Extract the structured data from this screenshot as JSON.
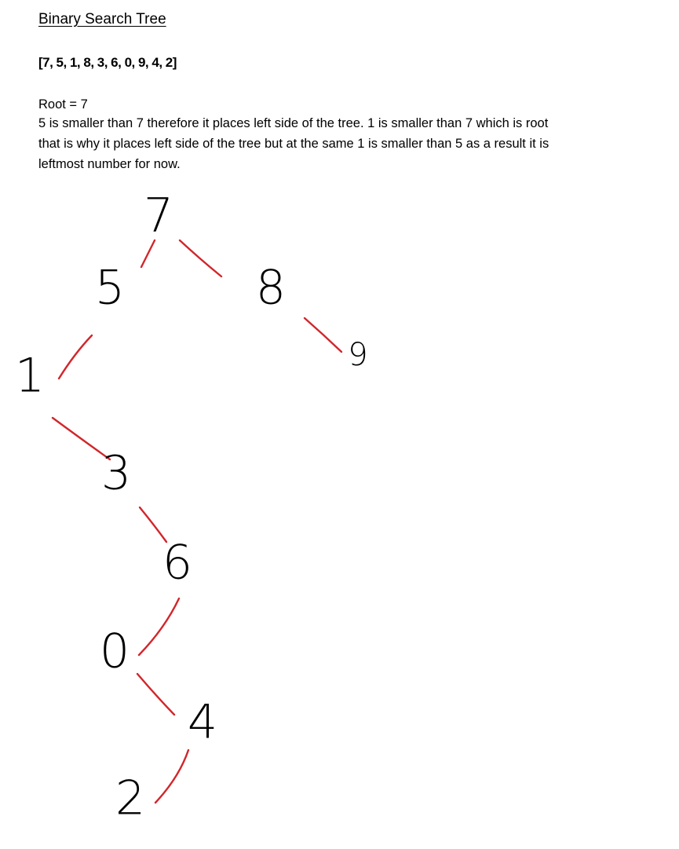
{
  "document": {
    "title": "Binary Search Tree",
    "array": "[7, 5, 1, 8, 3, 6, 0, 9, 4, 2]",
    "root": "Root = 7",
    "explanation_lines": [
      "5 is smaller than 7 therefore it places left side of the tree. 1 is smaller than 7 which is root",
      "that is why it places left side of the tree but at the same 1 is smaller than 5 as a result it is",
      "leftmost number for now."
    ]
  },
  "tree": {
    "node_color": "#000000",
    "edge_color": "#d1262b",
    "nodes": [
      {
        "id": "7",
        "label": "7"
      },
      {
        "id": "5",
        "label": "5"
      },
      {
        "id": "8",
        "label": "8"
      },
      {
        "id": "9",
        "label": "9"
      },
      {
        "id": "1",
        "label": "1"
      },
      {
        "id": "3",
        "label": "3"
      },
      {
        "id": "6",
        "label": "6"
      },
      {
        "id": "0",
        "label": "0"
      },
      {
        "id": "4",
        "label": "4"
      },
      {
        "id": "2",
        "label": "2"
      }
    ],
    "edges": [
      {
        "from": "7",
        "to": "5"
      },
      {
        "from": "7",
        "to": "8"
      },
      {
        "from": "8",
        "to": "9"
      },
      {
        "from": "5",
        "to": "1"
      },
      {
        "from": "1",
        "to": "3"
      },
      {
        "from": "3",
        "to": "6"
      },
      {
        "from": "6",
        "to": "0"
      },
      {
        "from": "0",
        "to": "4"
      },
      {
        "from": "4",
        "to": "2"
      }
    ]
  }
}
